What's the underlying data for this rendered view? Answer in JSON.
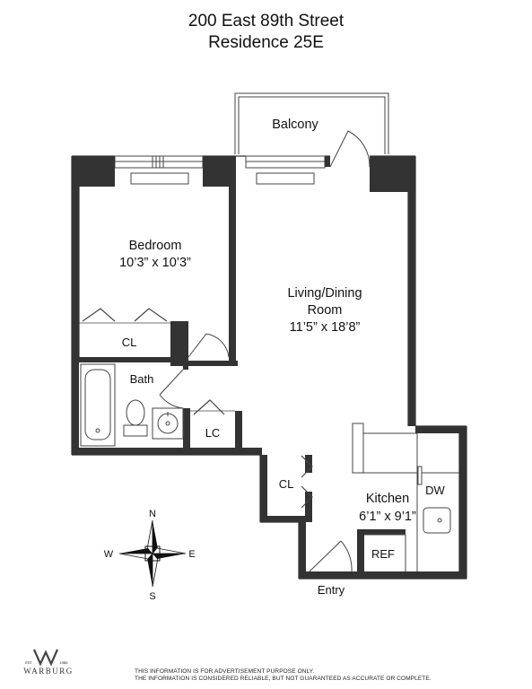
{
  "header": {
    "address": "200 East 89th Street",
    "residence": "Residence 25E"
  },
  "rooms": {
    "balcony": "Balcony",
    "bedroom_name": "Bedroom",
    "bedroom_size": "10’3” x 10’3”",
    "living_name_1": "Living/Dining",
    "living_name_2": "Room",
    "living_size": "11’5” x 18’8”",
    "bedroom_closet": "CL",
    "bath": "Bath",
    "linen_closet": "LC",
    "entry_closet": "CL",
    "kitchen_name": "Kitchen",
    "kitchen_size": "6’1” x 9’1”",
    "dishwasher": "DW",
    "refrigerator": "REF",
    "entry": "Entry"
  },
  "compass": {
    "n": "N",
    "s": "S",
    "e": "E",
    "w": "W"
  },
  "brand": {
    "name": "WARBURG",
    "est_left": "EST",
    "est_right": "1985"
  },
  "disclaimer": {
    "line1": "THIS INFORMATION IS FOR ADVERTISEMENT PURPOSE ONLY.",
    "line2": "THE INFORMATION IS CONSIDERED RELIABLE, BUT NOT GUARANTEED AS ACCURATE OR COMPLETE."
  }
}
